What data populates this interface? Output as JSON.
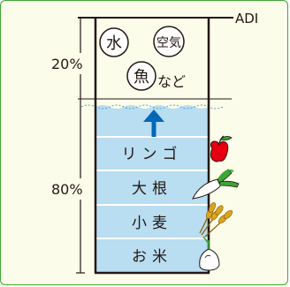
{
  "adi_label": "ADI",
  "percent_top": "20%",
  "percent_bottom": "80%",
  "top_items": {
    "water": "水",
    "air": "空気",
    "fish": "魚",
    "etc": "など"
  },
  "tiers": [
    "リンゴ",
    "大根",
    "小麦",
    "お米"
  ],
  "colors": {
    "frame": "#3fa535",
    "background": "#fbfce9",
    "container_liquid": "#b9ddf1",
    "arrow": "#0068b7",
    "line": "#231815"
  },
  "icons": [
    "apple-icon",
    "daikon-icon",
    "wheat-icon",
    "rice-icon"
  ]
}
